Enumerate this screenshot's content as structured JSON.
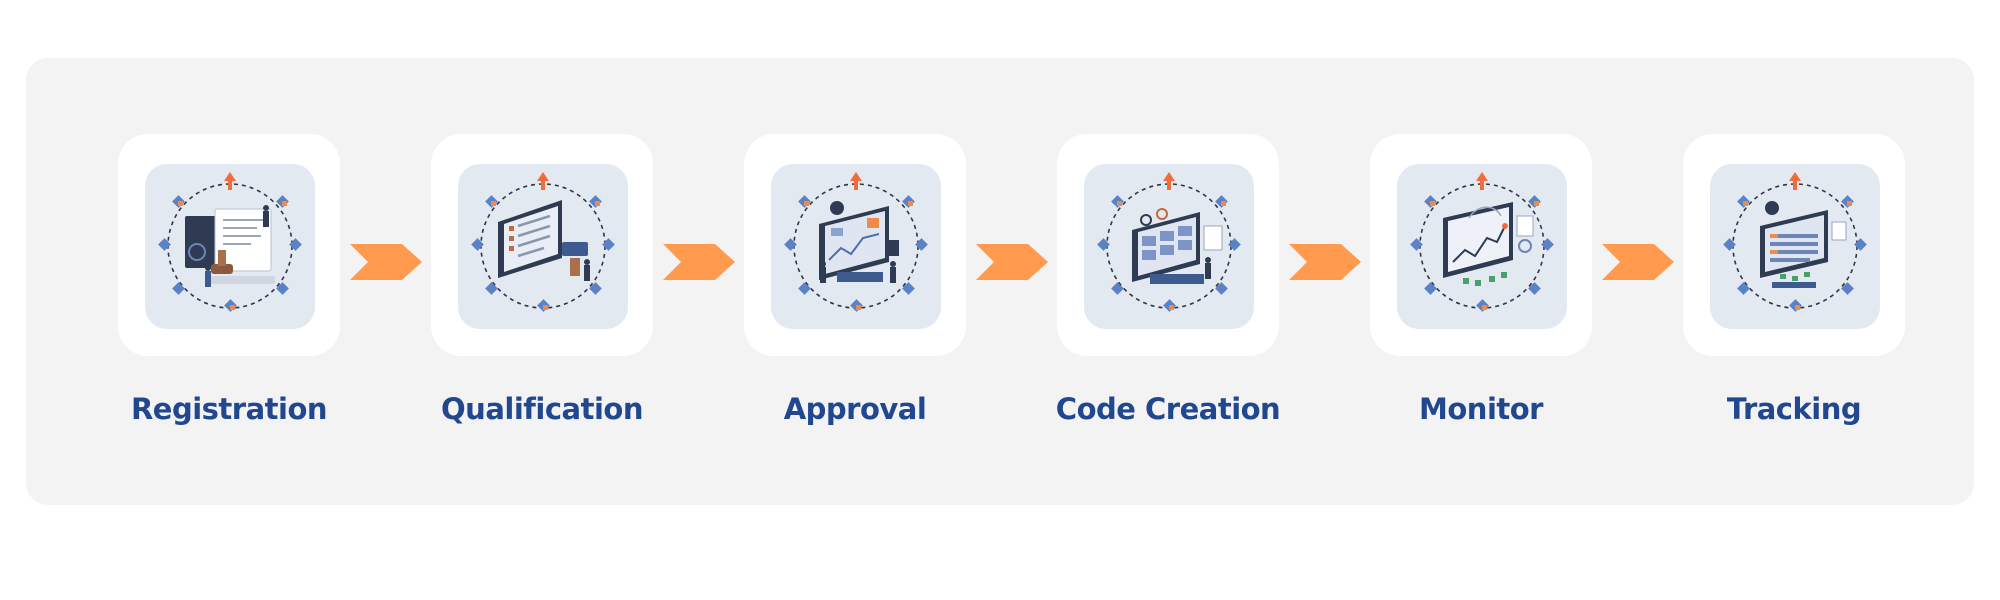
{
  "theme": {
    "label_color": "#21488f",
    "arrow_color": "#ff9a4f",
    "panel_color": "#f3f3f3",
    "icon_bg_color": "#e3e9f1",
    "accent_arrow_color": "#f26b3a"
  },
  "steps": [
    {
      "label": "Registration",
      "icon": "registration-icon"
    },
    {
      "label": "Qualification",
      "icon": "qualification-icon"
    },
    {
      "label": "Approval",
      "icon": "approval-icon"
    },
    {
      "label": "Code Creation",
      "icon": "code-creation-icon"
    },
    {
      "label": "Monitor",
      "icon": "monitor-icon"
    },
    {
      "label": "Tracking",
      "icon": "tracking-icon"
    }
  ]
}
